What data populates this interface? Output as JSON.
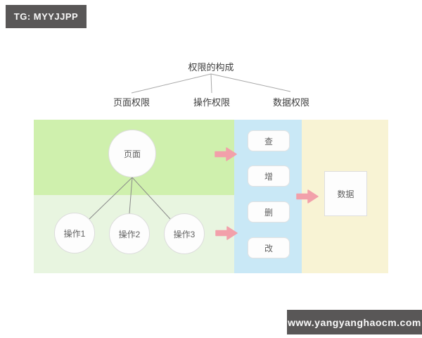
{
  "badges": {
    "telegram": "TG: MYYJJPP",
    "website": "www.yangyanghaocm.com"
  },
  "tree": {
    "root_label": "权限的构成",
    "children": [
      {
        "label": "页面权限"
      },
      {
        "label": "操作权限"
      },
      {
        "label": "数据权限"
      }
    ]
  },
  "diagram": {
    "page_node_label": "页面",
    "operation_nodes": [
      {
        "label": "操作1"
      },
      {
        "label": "操作2"
      },
      {
        "label": "操作3"
      }
    ],
    "crud_boxes": [
      {
        "label": "查"
      },
      {
        "label": "增"
      },
      {
        "label": "删"
      },
      {
        "label": "改"
      }
    ],
    "data_node_label": "数据"
  },
  "colors": {
    "badge_background": "#595757",
    "section_page_green": "#cff0ad",
    "section_operation_green": "#e8f5e0",
    "section_crud_blue": "#c9e8f6",
    "section_data_yellow": "#f8f3d4",
    "arrow_pink": "#f2a0aa",
    "node_fill": "#fdfdfd",
    "line_gray": "#9a9a9a"
  }
}
